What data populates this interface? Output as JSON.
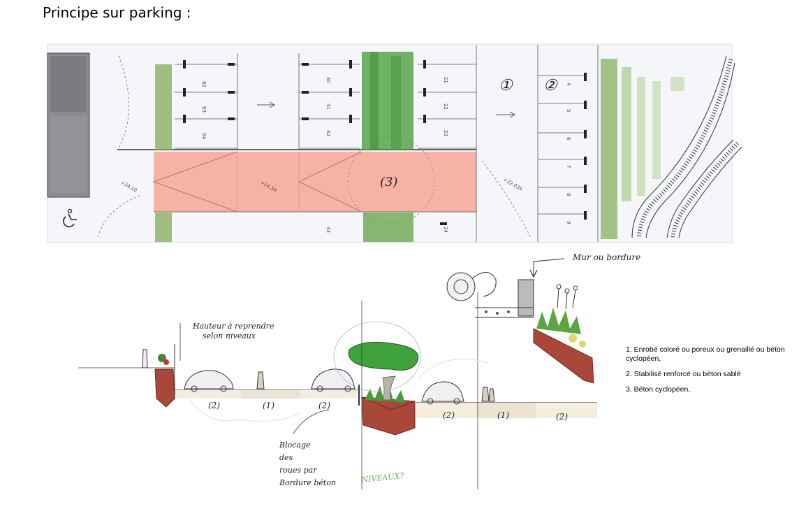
{
  "page": {
    "title": "Principe sur parking :"
  },
  "plan": {
    "zone_labels": [
      "①",
      "②",
      "(3)"
    ],
    "stall_numbers_left": [
      "62",
      "63",
      "64"
    ],
    "stall_numbers_mid": [
      "40",
      "41",
      "42"
    ],
    "stall_numbers_right": [
      "21",
      "22",
      "23"
    ],
    "stall_numbers_right_bottom": [
      "43",
      "24"
    ],
    "stall_numbers_far": [
      "4",
      "5",
      "6",
      "7",
      "8",
      "9"
    ],
    "elevations": [
      "+24.10",
      "+24.34",
      "+22.035"
    ],
    "colors": {
      "paving_pink": "#f6b3a4",
      "planting_green": "#8fb56a",
      "planting_dark_green": "#3f9a3a",
      "planter_red": "#a8473a",
      "building_grey": "#8a8c90"
    }
  },
  "section": {
    "annotation_top": "Mur ou bordure",
    "annotation_height": [
      "Hauteur à reprendre",
      "selon niveaux"
    ],
    "annotation_block": [
      "Blocage",
      "des",
      "roues par",
      "Bordure béton"
    ],
    "annotation_levels": "NIVEAUX?",
    "segment_labels": [
      "(2)",
      "(1)",
      "(2)",
      "(2)",
      "(1)",
      "(2)"
    ]
  },
  "legend": {
    "item1": "1. Enrobé coloré ou poreux ou grenaillé ou béton cyclopéen,",
    "item2": "2. Stabilisé renforcé ou béton sablé",
    "item3": "3. Béton cyclopéen,"
  }
}
